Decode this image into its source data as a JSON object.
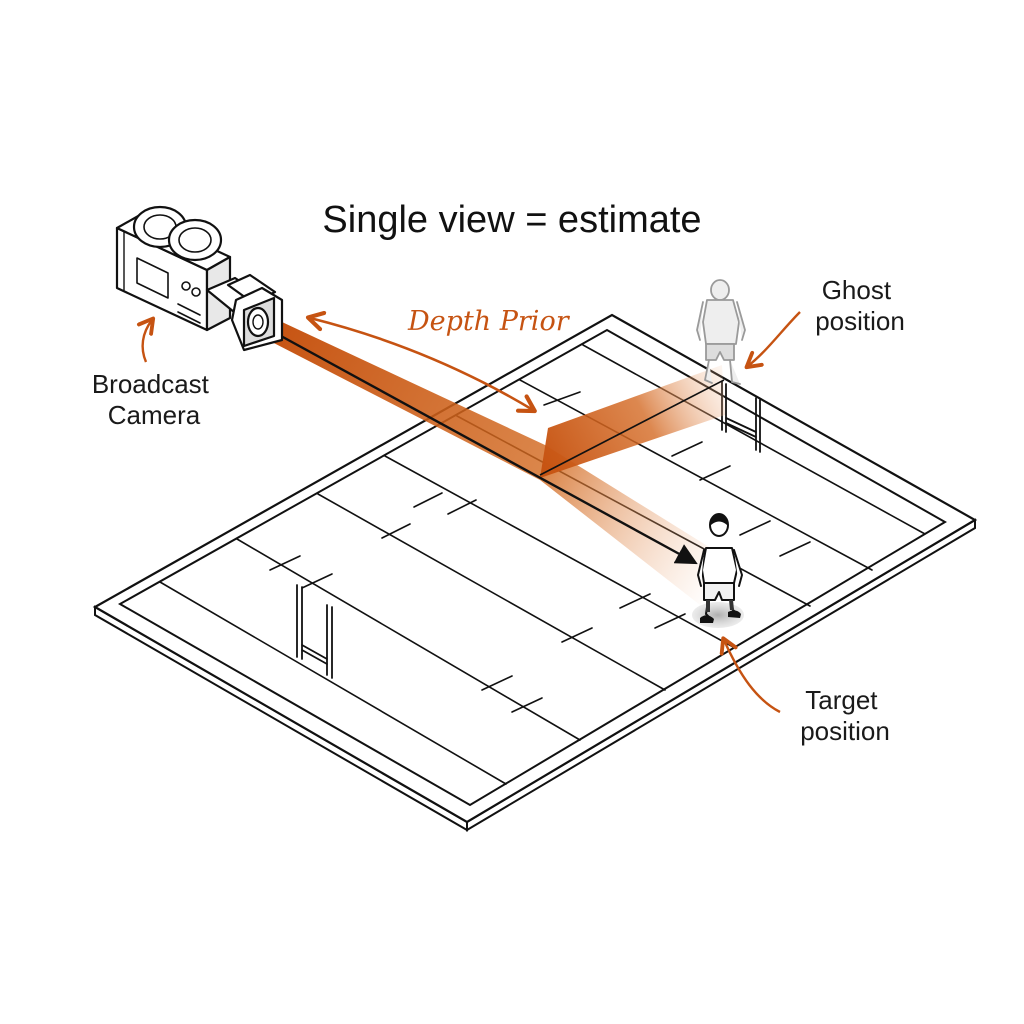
{
  "title": "Single view = estimate",
  "labels": {
    "camera": [
      "Broadcast",
      "Camera"
    ],
    "depth_prior": "Depth Prior",
    "ghost": [
      "Ghost",
      "position"
    ],
    "target": [
      "Target",
      "position"
    ]
  },
  "icons": [
    "broadcast-camera-icon",
    "rugby-goalpost-icon",
    "player-figure-icon",
    "ghost-player-figure-icon"
  ],
  "colors": {
    "accent": "#c65312",
    "line": "#111111",
    "ghost": "#9a9a9a"
  }
}
